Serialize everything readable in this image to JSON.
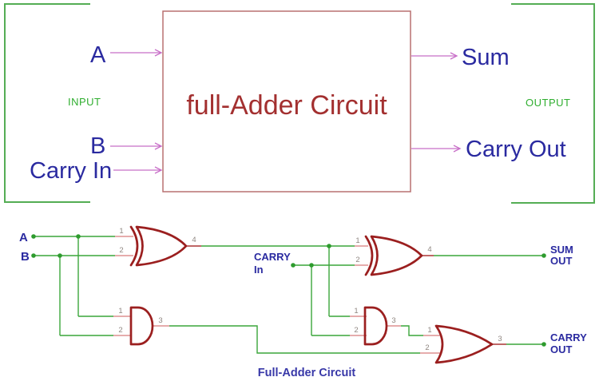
{
  "colors": {
    "wire_green": "#3aa63a",
    "bracket_green": "#54ad54",
    "gate_red": "#9b1f1f",
    "box_border_red": "#b87070",
    "title_red": "#a33030",
    "label_blue": "#2a2aa0",
    "caption_blue": "#3838a8",
    "group_label_green": "#2fae2f",
    "arrow_magenta": "#c86fc8",
    "pin_stub_salmon": "#dd9090",
    "pin_number_gray": "#8f8680"
  },
  "block": {
    "title": "full-Adder Circuit",
    "input_label": "INPUT",
    "output_label": "OUTPUT",
    "in_a": "A",
    "in_b": "B",
    "in_carry": "Carry In",
    "out_sum": "Sum",
    "out_carry": "Carry Out"
  },
  "schematic": {
    "caption": "Full-Adder Circuit",
    "labels": {
      "a": "A",
      "b": "B",
      "carry_in": [
        "CARRY",
        "In"
      ],
      "sum_out": [
        "SUM",
        "OUT"
      ],
      "carry_out": [
        "CARRY",
        "OUT"
      ]
    },
    "gates": {
      "xor1": {
        "type": "XOR",
        "in1": "1",
        "in2": "2",
        "out": "4"
      },
      "xor2": {
        "type": "XOR",
        "in1": "1",
        "in2": "2",
        "out": "4"
      },
      "and1": {
        "type": "AND",
        "in1": "1",
        "in2": "2",
        "out": "3"
      },
      "and2": {
        "type": "AND",
        "in1": "1",
        "in2": "2",
        "out": "3"
      },
      "or1": {
        "type": "OR",
        "in1": "1",
        "in2": "2",
        "out": "3"
      }
    }
  }
}
